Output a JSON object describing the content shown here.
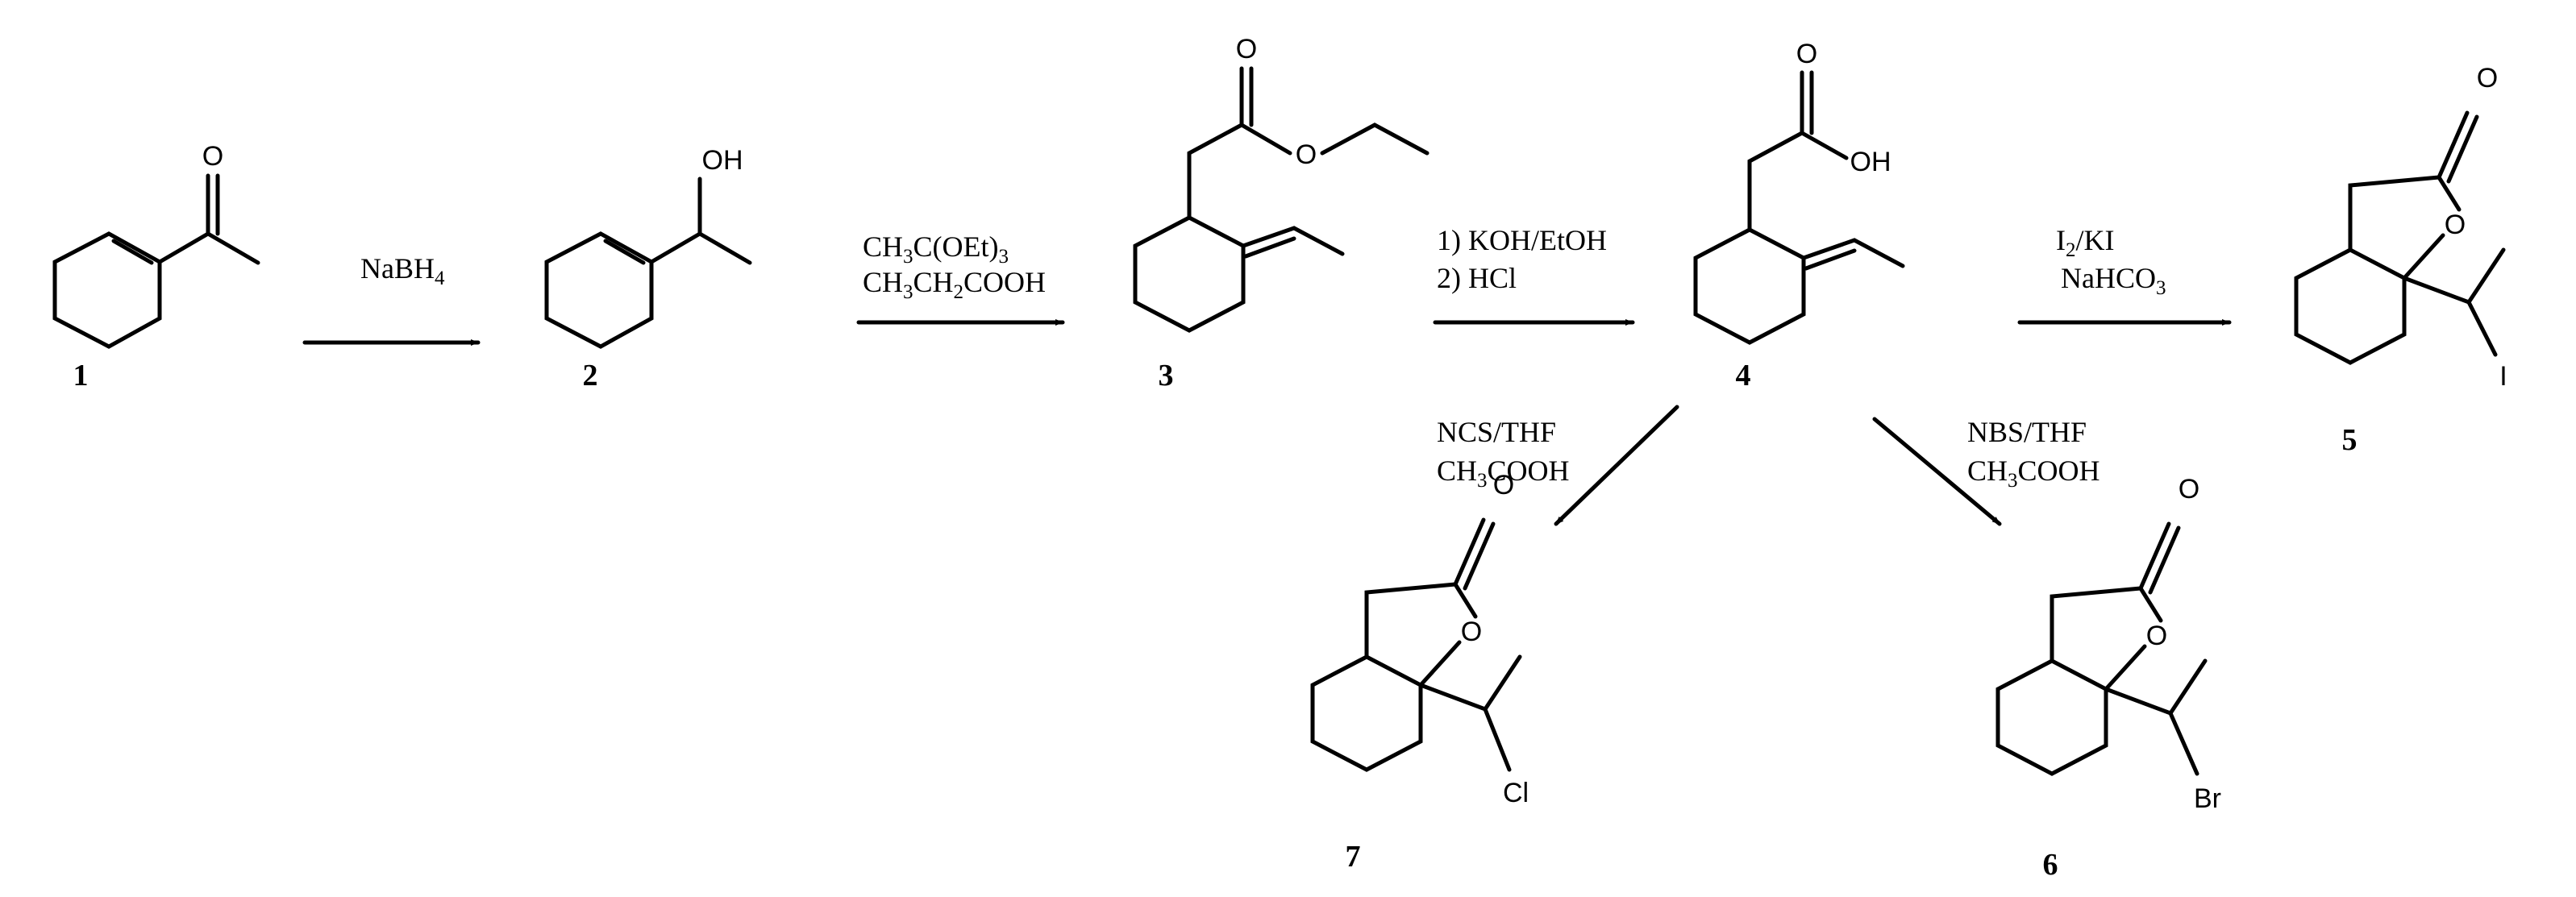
{
  "colors": {
    "ink": "#000000",
    "background": "#ffffff"
  },
  "compounds": [
    {
      "id": "c1",
      "label": "1"
    },
    {
      "id": "c2",
      "label": "2",
      "atoms": {
        "oh": "OH"
      }
    },
    {
      "id": "c3",
      "label": "3",
      "atoms": {
        "o_carbonyl": "O",
        "o_ester": "O"
      }
    },
    {
      "id": "c4",
      "label": "4",
      "atoms": {
        "o_carbonyl": "O",
        "oh": "OH"
      }
    },
    {
      "id": "c5",
      "label": "5",
      "atoms": {
        "o_carbonyl": "O",
        "o_ring": "O",
        "halogen": "I"
      }
    },
    {
      "id": "c6",
      "label": "6",
      "atoms": {
        "o_carbonyl": "O",
        "o_ring": "O",
        "halogen": "Br"
      }
    },
    {
      "id": "c7",
      "label": "7",
      "atoms": {
        "o_carbonyl": "O",
        "o_ring": "O",
        "halogen": "Cl"
      }
    }
  ],
  "c1_atoms": {
    "o": "O"
  },
  "reactions": {
    "r1": {
      "line1": {
        "main": "NaBH",
        "sub": "4"
      }
    },
    "r2": {
      "line1": {
        "a": "CH",
        "a_sub": "3",
        "b": "C(OEt)",
        "b_sub": "3"
      },
      "line2": {
        "a": "CH",
        "a_sub": "3",
        "b": "CH",
        "b_sub": "2",
        "c": "COOH"
      }
    },
    "r3": {
      "line1": "1) KOH/EtOH",
      "line2": "2) HCl"
    },
    "r4": {
      "line1": {
        "a": "I",
        "a_sub": "2",
        "b": "/KI"
      },
      "line2": {
        "a": "NaHCO",
        "a_sub": "3"
      }
    },
    "r5": {
      "line1": "NBS/THF",
      "line2": {
        "a": "CH",
        "a_sub": "3",
        "b": "COOH"
      }
    },
    "r6": {
      "line1": "NCS/THF",
      "line2": {
        "a": "CH",
        "a_sub": "3",
        "b": "COOH"
      }
    }
  }
}
